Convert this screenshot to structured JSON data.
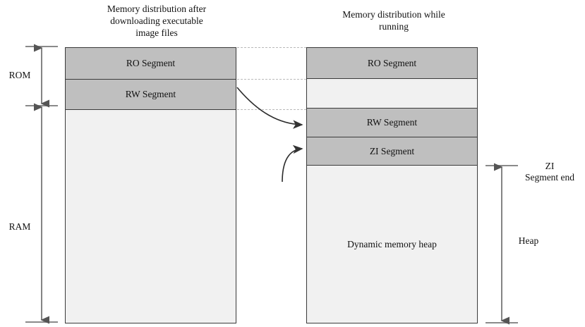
{
  "diagram": {
    "panels": [
      {
        "id": "after-download",
        "title": "Memory distribution after\ndownloading executable\nimage files",
        "segments": [
          {
            "label": "RO Segment",
            "fill": "#bfbfbf"
          },
          {
            "label": "RW Segment",
            "fill": "#bfbfbf"
          },
          {
            "label": "",
            "fill": "#f1f1f1"
          }
        ]
      },
      {
        "id": "while-running",
        "title": "Memory distribution while\nrunning",
        "segments": [
          {
            "label": "RO Segment",
            "fill": "#bfbfbf"
          },
          {
            "label": "",
            "fill": "#f1f1f1"
          },
          {
            "label": "RW Segment",
            "fill": "#bfbfbf"
          },
          {
            "label": "ZI Segment",
            "fill": "#bfbfbf"
          },
          {
            "label": "Dynamic memory heap",
            "fill": "#f1f1f1"
          }
        ]
      }
    ],
    "left_dimensions": [
      {
        "label": "ROM"
      },
      {
        "label": "RAM"
      }
    ],
    "right_dimensions": [
      {
        "label": "ZI\nSegment end"
      },
      {
        "label": "Heap"
      }
    ],
    "colors": {
      "segment_fill": "#bfbfbf",
      "empty_fill": "#f1f1f1",
      "border": "#3a3a3a",
      "guide": "#b9b9b9",
      "arrow": "#444444",
      "rail": "#8a8a8a"
    }
  }
}
